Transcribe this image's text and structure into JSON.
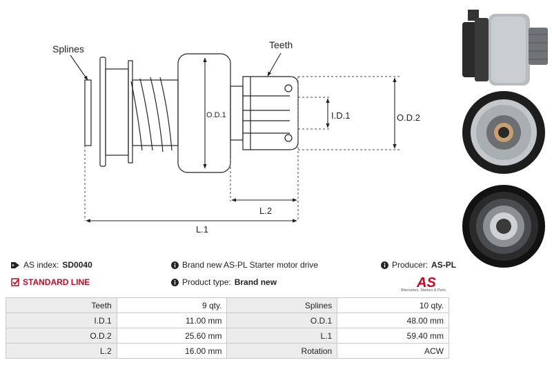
{
  "drawing": {
    "splines_label": "Splines",
    "teeth_label": "Teeth",
    "od1_label": "O.D.1",
    "id1_label": "I.D.1",
    "od2_label": "O.D.2",
    "l2_label": "L.2",
    "l1_label": "L.1"
  },
  "info": {
    "as_index_label": "AS index:",
    "as_index_value": "SD0040",
    "standard_line": "STANDARD LINE",
    "description": "Brand new AS-PL Starter motor drive",
    "product_type_label": "Product type:",
    "product_type_value": "Brand new",
    "producer_label": "Producer:",
    "producer_value": "AS-PL"
  },
  "logo": {
    "text": "AS",
    "subtitle": "Alternators, Starters & Parts",
    "color": "#d9001b"
  },
  "specs": [
    {
      "k1": "Teeth",
      "v1": "9 qty.",
      "k2": "Splines",
      "v2": "10 qty."
    },
    {
      "k1": "I.D.1",
      "v1": "11.00 mm",
      "k2": "O.D.1",
      "v2": "48.00 mm"
    },
    {
      "k1": "O.D.2",
      "v1": "25.60 mm",
      "k2": "L.1",
      "v2": "59.40 mm"
    },
    {
      "k1": "L.2",
      "v1": "16.00 mm",
      "k2": "Rotation",
      "v2": "ACW"
    }
  ]
}
